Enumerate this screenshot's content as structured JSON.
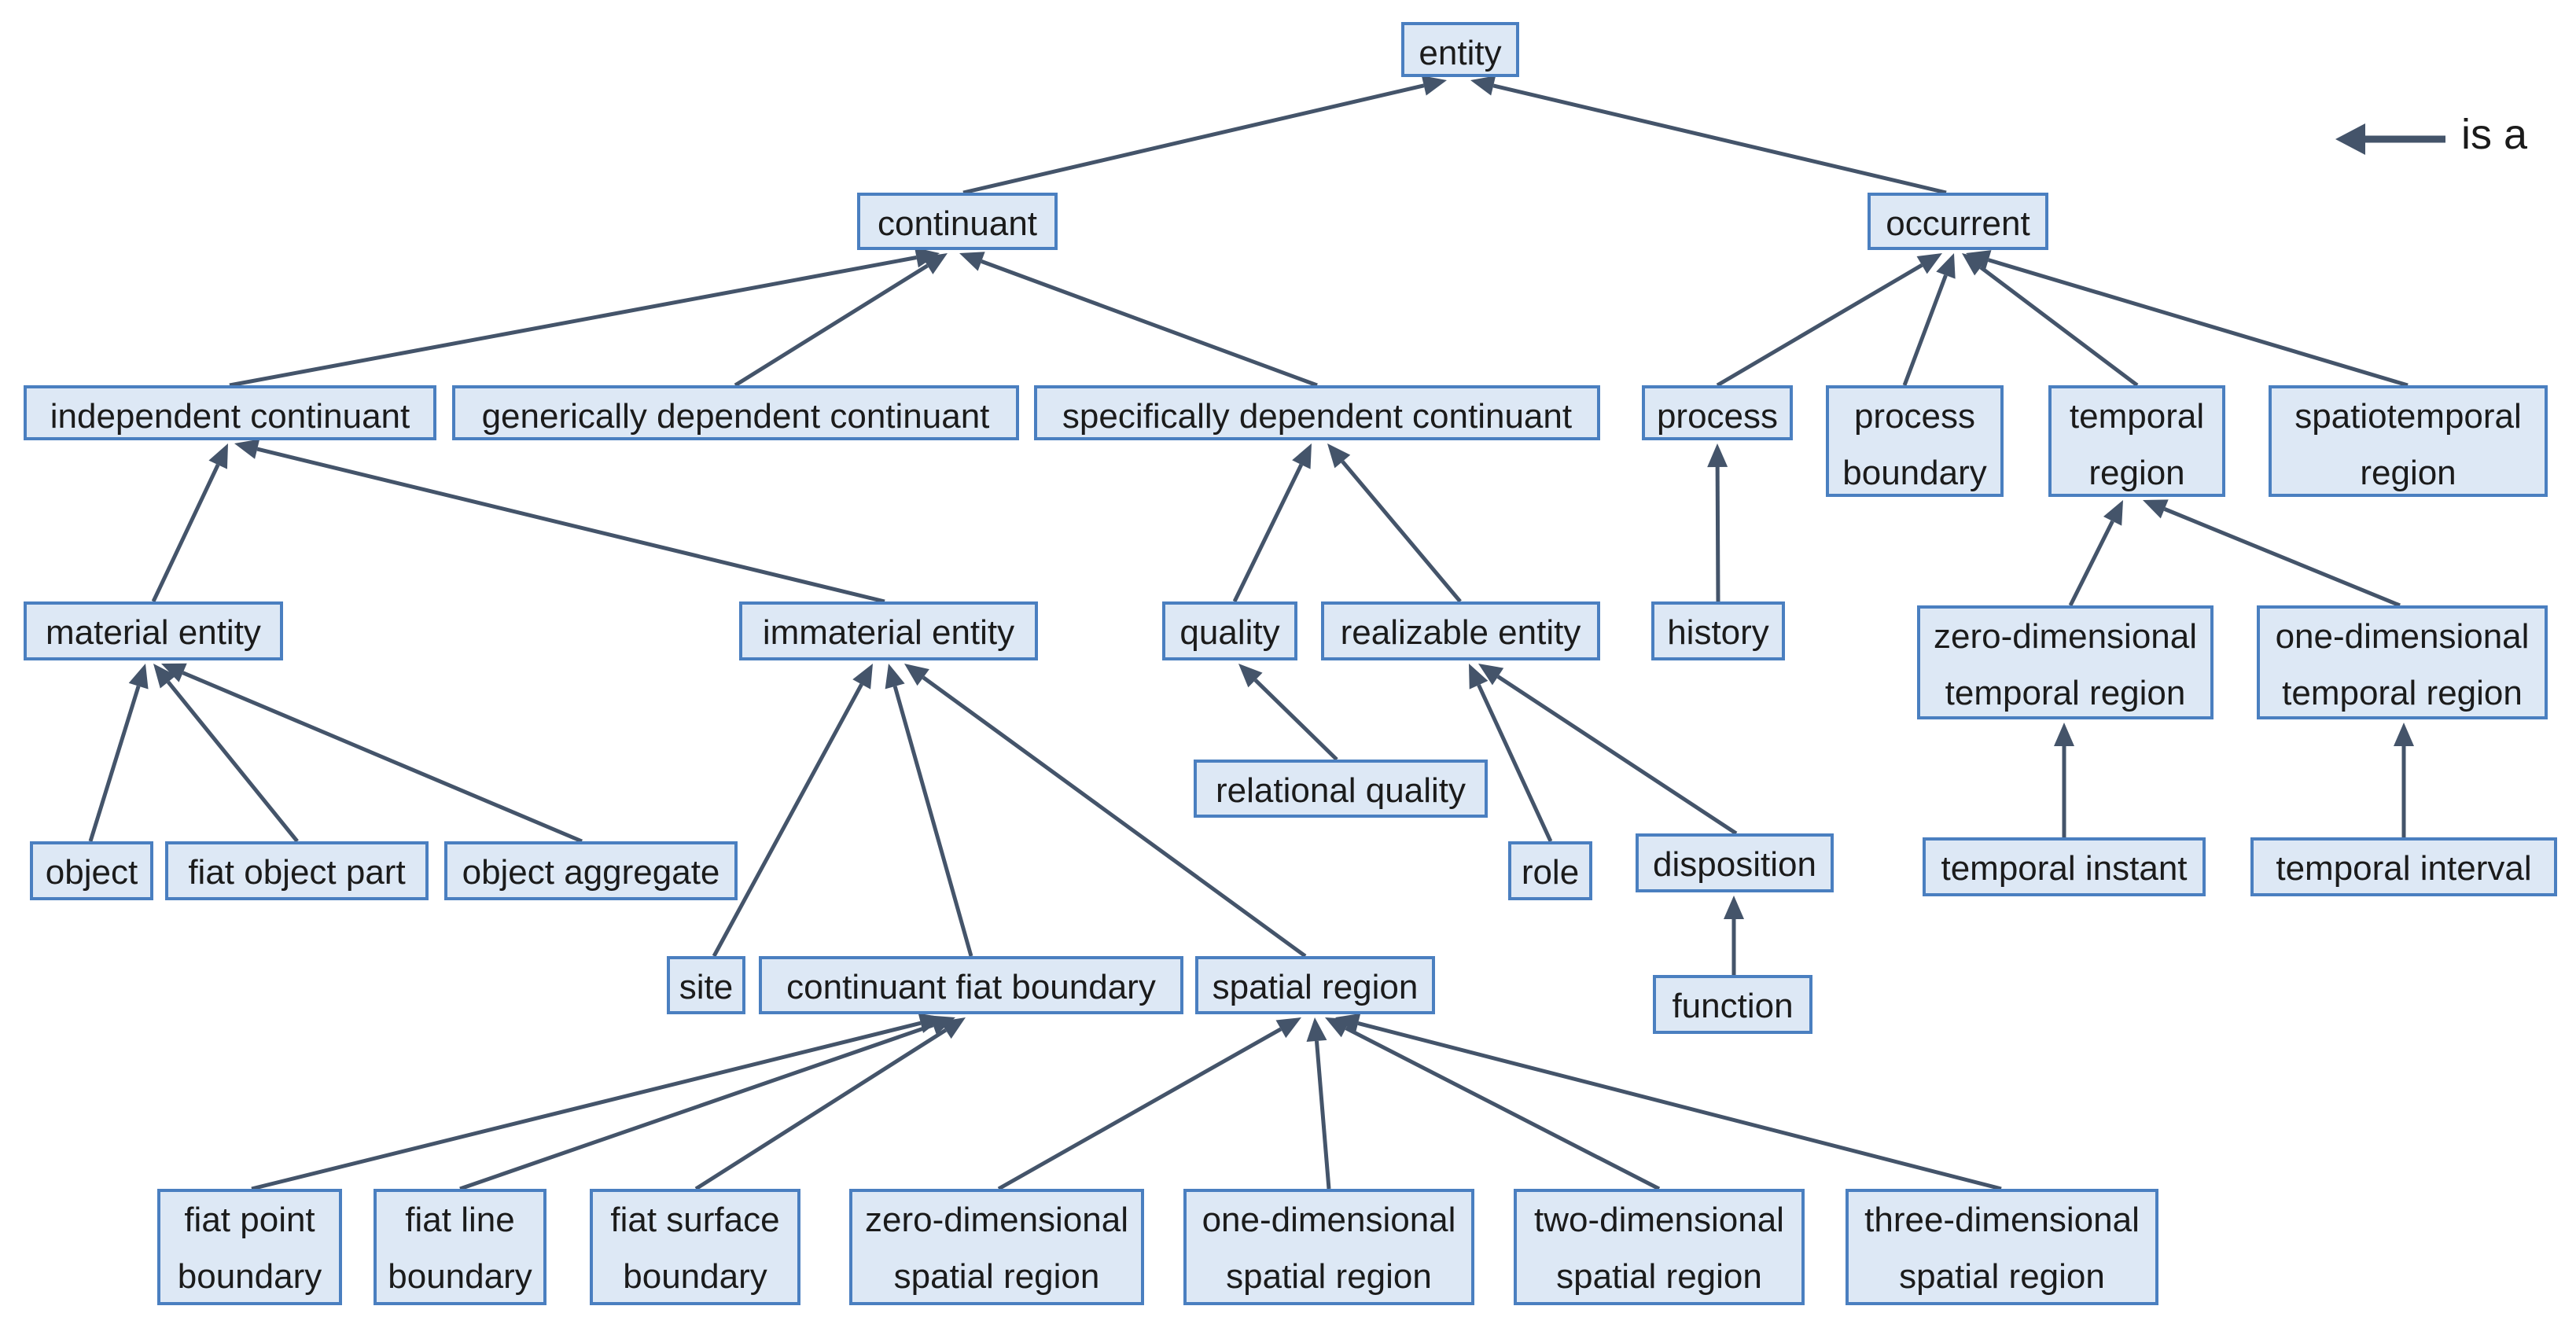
{
  "diagram": {
    "nodes": [
      {
        "id": "entity",
        "lines": [
          "entity"
        ]
      },
      {
        "id": "continuant",
        "lines": [
          "continuant"
        ]
      },
      {
        "id": "occurrent",
        "lines": [
          "occurrent"
        ]
      },
      {
        "id": "independent_continuant",
        "lines": [
          "independent continuant"
        ]
      },
      {
        "id": "generically_dependent_continuant",
        "lines": [
          "generically dependent continuant"
        ]
      },
      {
        "id": "specifically_dependent_continuant",
        "lines": [
          "specifically dependent continuant"
        ]
      },
      {
        "id": "process",
        "lines": [
          "process"
        ]
      },
      {
        "id": "process_boundary",
        "lines": [
          "process",
          "boundary"
        ]
      },
      {
        "id": "temporal_region",
        "lines": [
          "temporal",
          "region"
        ]
      },
      {
        "id": "spatiotemporal_region",
        "lines": [
          "spatiotemporal",
          "region"
        ]
      },
      {
        "id": "material_entity",
        "lines": [
          "material entity"
        ]
      },
      {
        "id": "immaterial_entity",
        "lines": [
          "immaterial entity"
        ]
      },
      {
        "id": "quality",
        "lines": [
          "quality"
        ]
      },
      {
        "id": "realizable_entity",
        "lines": [
          "realizable entity"
        ]
      },
      {
        "id": "history",
        "lines": [
          "history"
        ]
      },
      {
        "id": "zero_dimensional_temporal_region",
        "lines": [
          "zero-dimensional",
          "temporal region"
        ]
      },
      {
        "id": "one_dimensional_temporal_region",
        "lines": [
          "one-dimensional",
          "temporal region"
        ]
      },
      {
        "id": "relational_quality",
        "lines": [
          "relational quality"
        ]
      },
      {
        "id": "object",
        "lines": [
          "object"
        ]
      },
      {
        "id": "fiat_object_part",
        "lines": [
          "fiat object part"
        ]
      },
      {
        "id": "object_aggregate",
        "lines": [
          "object aggregate"
        ]
      },
      {
        "id": "role",
        "lines": [
          "role"
        ]
      },
      {
        "id": "disposition",
        "lines": [
          "disposition"
        ]
      },
      {
        "id": "temporal_instant",
        "lines": [
          "temporal instant"
        ]
      },
      {
        "id": "temporal_interval",
        "lines": [
          "temporal interval"
        ]
      },
      {
        "id": "site",
        "lines": [
          "site"
        ]
      },
      {
        "id": "continuant_fiat_boundary",
        "lines": [
          "continuant fiat boundary"
        ]
      },
      {
        "id": "spatial_region",
        "lines": [
          "spatial region"
        ]
      },
      {
        "id": "function",
        "lines": [
          "function"
        ]
      },
      {
        "id": "fiat_point_boundary",
        "lines": [
          "fiat point",
          "boundary"
        ]
      },
      {
        "id": "fiat_line_boundary",
        "lines": [
          "fiat line",
          "boundary"
        ]
      },
      {
        "id": "fiat_surface_boundary",
        "lines": [
          "fiat surface",
          "boundary"
        ]
      },
      {
        "id": "zero_dimensional_spatial_region",
        "lines": [
          "zero-dimensional",
          "spatial region"
        ]
      },
      {
        "id": "one_dimensional_spatial_region",
        "lines": [
          "one-dimensional",
          "spatial region"
        ]
      },
      {
        "id": "two_dimensional_spatial_region",
        "lines": [
          "two-dimensional",
          "spatial region"
        ]
      },
      {
        "id": "three_dimensional_spatial_region",
        "lines": [
          "three-dimensional",
          "spatial region"
        ]
      }
    ],
    "edges": [
      [
        "continuant",
        "entity"
      ],
      [
        "occurrent",
        "entity"
      ],
      [
        "independent_continuant",
        "continuant"
      ],
      [
        "generically_dependent_continuant",
        "continuant"
      ],
      [
        "specifically_dependent_continuant",
        "continuant"
      ],
      [
        "process",
        "occurrent"
      ],
      [
        "process_boundary",
        "occurrent"
      ],
      [
        "temporal_region",
        "occurrent"
      ],
      [
        "spatiotemporal_region",
        "occurrent"
      ],
      [
        "material_entity",
        "independent_continuant"
      ],
      [
        "immaterial_entity",
        "independent_continuant"
      ],
      [
        "quality",
        "specifically_dependent_continuant"
      ],
      [
        "realizable_entity",
        "specifically_dependent_continuant"
      ],
      [
        "history",
        "process"
      ],
      [
        "zero_dimensional_temporal_region",
        "temporal_region"
      ],
      [
        "one_dimensional_temporal_region",
        "temporal_region"
      ],
      [
        "relational_quality",
        "quality"
      ],
      [
        "object",
        "material_entity"
      ],
      [
        "fiat_object_part",
        "material_entity"
      ],
      [
        "object_aggregate",
        "material_entity"
      ],
      [
        "role",
        "realizable_entity"
      ],
      [
        "disposition",
        "realizable_entity"
      ],
      [
        "temporal_instant",
        "zero_dimensional_temporal_region"
      ],
      [
        "temporal_interval",
        "one_dimensional_temporal_region"
      ],
      [
        "site",
        "immaterial_entity"
      ],
      [
        "continuant_fiat_boundary",
        "immaterial_entity"
      ],
      [
        "spatial_region",
        "immaterial_entity"
      ],
      [
        "function",
        "disposition"
      ],
      [
        "fiat_point_boundary",
        "continuant_fiat_boundary"
      ],
      [
        "fiat_line_boundary",
        "continuant_fiat_boundary"
      ],
      [
        "fiat_surface_boundary",
        "continuant_fiat_boundary"
      ],
      [
        "zero_dimensional_spatial_region",
        "spatial_region"
      ],
      [
        "one_dimensional_spatial_region",
        "spatial_region"
      ],
      [
        "two_dimensional_spatial_region",
        "spatial_region"
      ],
      [
        "three_dimensional_spatial_region",
        "spatial_region"
      ]
    ]
  },
  "legend": {
    "label": "is a"
  },
  "colors": {
    "node_fill": "#dde8f5",
    "node_border": "#4a7fc0",
    "edge": "#44546a",
    "text": "#1b1b1b"
  }
}
